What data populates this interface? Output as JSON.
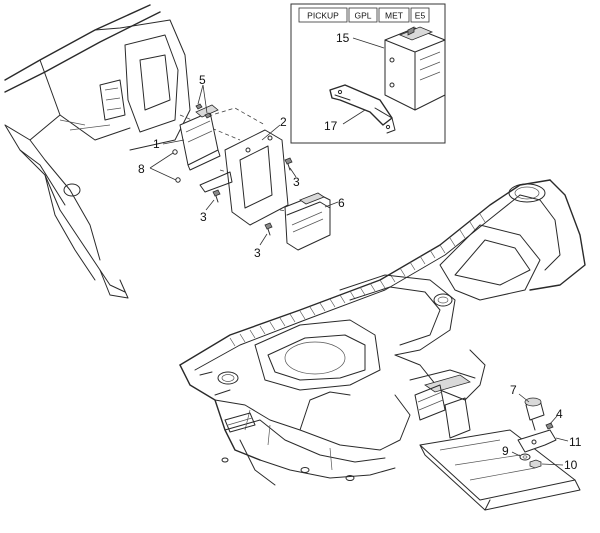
{
  "inset": {
    "variant_tags": [
      "PICKUP",
      "GPL",
      "MET",
      "E5"
    ],
    "callouts": [
      "15",
      "17"
    ]
  },
  "callouts": [
    "1",
    "2",
    "3",
    "3",
    "3",
    "4",
    "5",
    "6",
    "7",
    "8",
    "9",
    "10",
    "11"
  ]
}
